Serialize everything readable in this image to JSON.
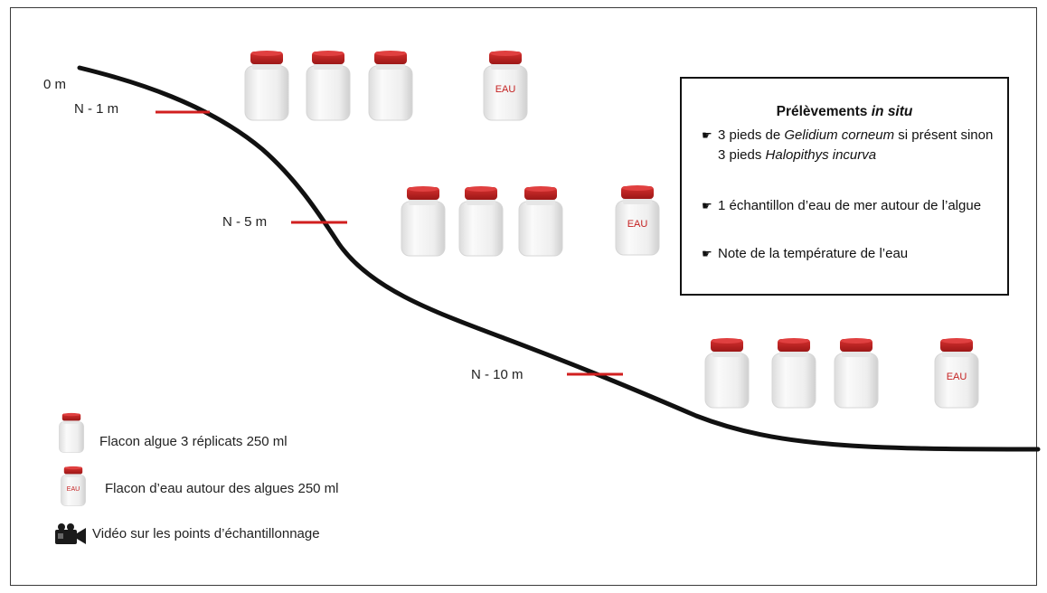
{
  "depth_labels": {
    "surface": "0 m",
    "n1": "N - 1 m",
    "n5": "N - 5 m",
    "n10": "N - 10 m"
  },
  "bottle_label": "EAU",
  "info_box": {
    "title_prefix": "Prélèvements",
    "title_italic": "in situ",
    "items": [
      {
        "pre": "3 pieds de ",
        "italic1": "Gelidium corneum",
        "mid": " si présent sinon 3 pieds ",
        "italic2": "Halopithys incurva"
      },
      {
        "text": "1 échantillon d’eau de mer autour de l’algue"
      },
      {
        "text": "Note de la température de l’eau"
      }
    ]
  },
  "legend": {
    "algae_bottle": "Flacon algue 3 réplicats 250 ml",
    "water_bottle": "Flacon d’eau autour des algues 250 ml",
    "video": "Vidéo sur les points d’échantillonnage"
  },
  "colors": {
    "marker": "#d11f1f",
    "cap": "#b51d1d",
    "bottle_body": "#f1f1f1",
    "eau_text": "#c42020"
  },
  "icons": {
    "bullet": "pointing-hand-icon",
    "video": "video-camera-icon"
  }
}
